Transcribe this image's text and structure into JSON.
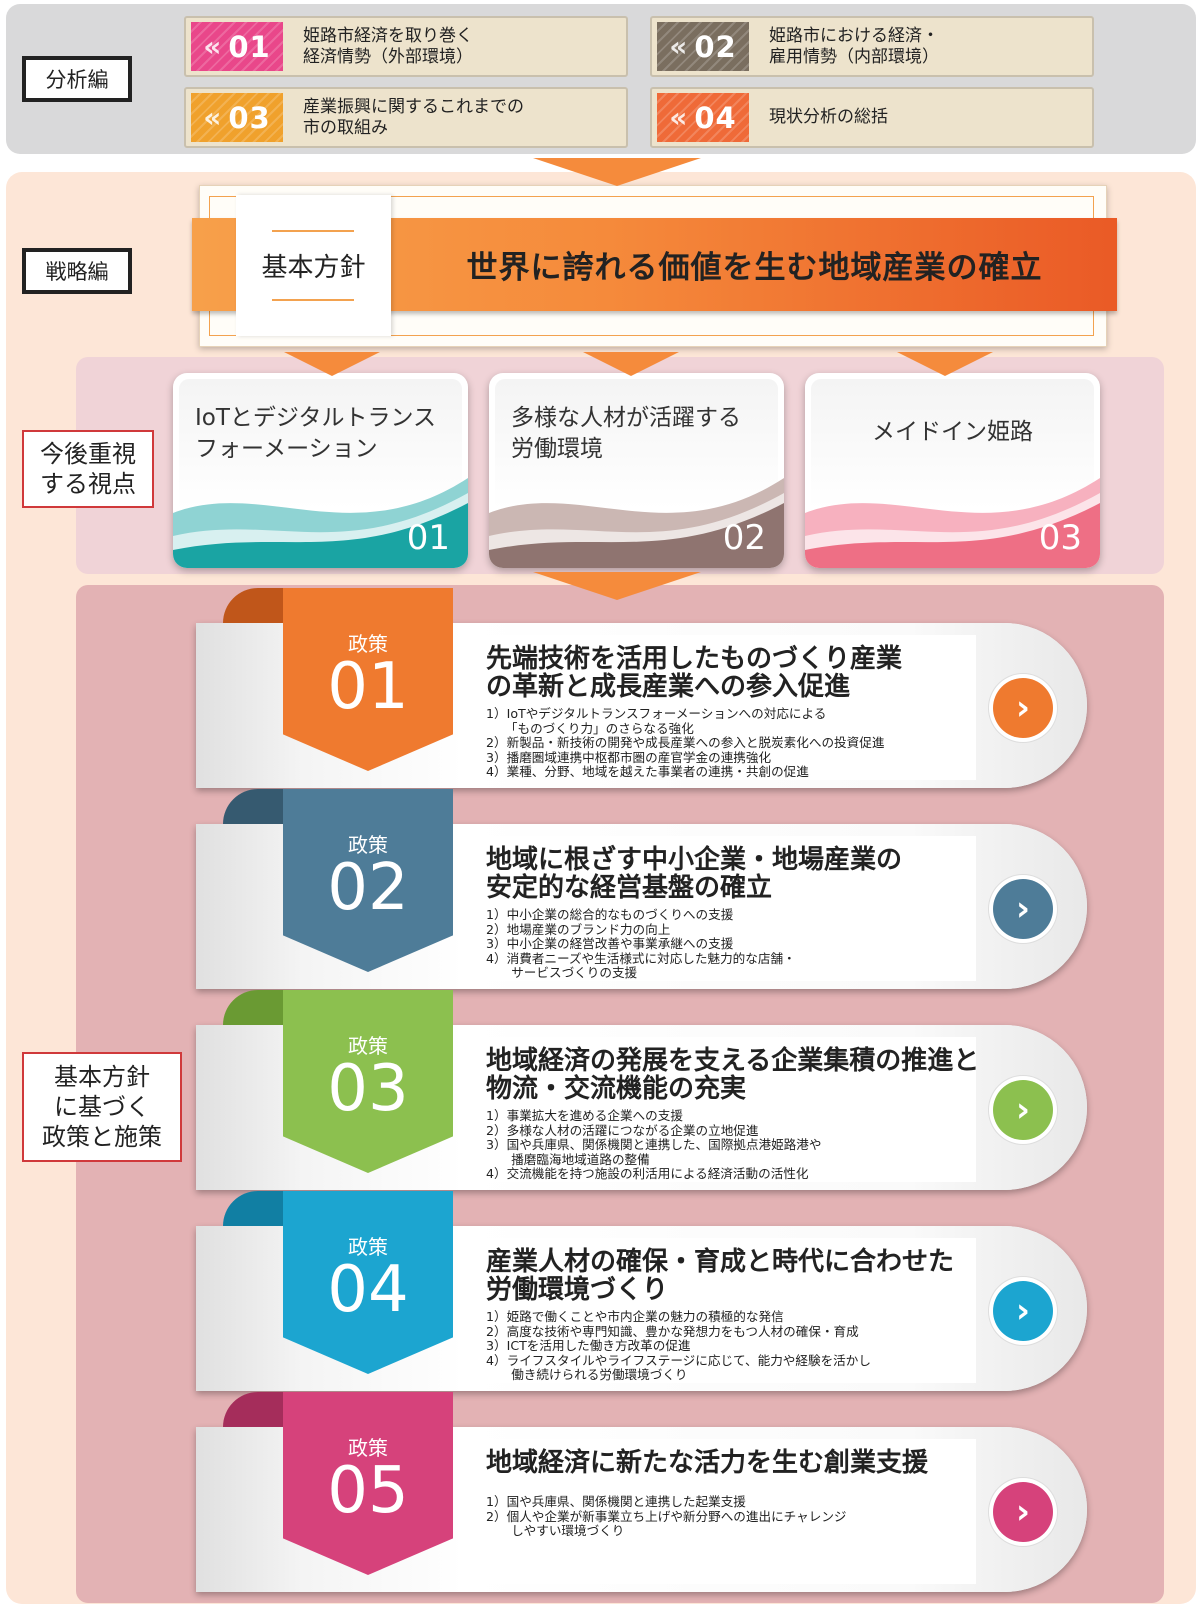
{
  "analysis": {
    "label": "分析編",
    "items": [
      {
        "num": "01",
        "text": "姫路市経済を取り巻く\n経済情勢（外部環境）",
        "color": "#e9478a"
      },
      {
        "num": "02",
        "text": "姫路市における経済・\n雇用情勢（内部環境）",
        "color": "#7a6e5f"
      },
      {
        "num": "03",
        "text": "産業振興に関するこれまでの\n市の取組み",
        "color": "#f0a12c"
      },
      {
        "num": "04",
        "text": "現状分析の総括",
        "color": "#ef6a38"
      }
    ],
    "chevron": "«"
  },
  "strategy": {
    "label": "戦略編",
    "basic_policy_label": "基本方針",
    "basic_policy_title": "世界に誇れる価値を生む地域産業の確立"
  },
  "viewpoints": {
    "label": "今後重視\nする視点",
    "items": [
      {
        "title": "IoTとデジタルトランス\nフォーメーション",
        "num": "01",
        "color": "#1aa4a3",
        "color2": "#8fd3d3"
      },
      {
        "title": "多様な人材が活躍する\n労働環境",
        "num": "02",
        "color": "#8f7470",
        "color2": "#cbb7b3"
      },
      {
        "title": "メイドイン姫路",
        "num": "03",
        "color": "#ee6f85",
        "color2": "#f7b1bf"
      }
    ]
  },
  "policies": {
    "label": "基本方針\nに基づく\n政策と施策",
    "prefix": "政策",
    "button_icon": "›",
    "items": [
      {
        "num": "01",
        "color": "#ef7a2f",
        "dark": "#c0561a",
        "title": "先端技術を活用したものづくり産業\nの革新と成長産業への参入促進",
        "items": [
          "1）IoTやデジタルトランスフォーメーションへの対応による\n　　「ものづくり力」のさらなる強化",
          "2）新製品・新技術の開発や成長産業への参入と脱炭素化への投資促進",
          "3）播磨圏域連携中枢都市圏の産官学金の連携強化",
          "4）業種、分野、地域を越えた事業者の連携・共創の促進"
        ]
      },
      {
        "num": "02",
        "color": "#4e7c98",
        "dark": "#365a70",
        "title": "地域に根ざす中小企業・地場産業の\n安定的な経営基盤の確立",
        "items": [
          "1）中小企業の総合的なものづくりへの支援",
          "2）地場産業のブランド力の向上",
          "3）中小企業の経営改善や事業承継への支援",
          "4）消費者ニーズや生活様式に対応した魅力的な店舗・\n　　サービスづくりの支援"
        ]
      },
      {
        "num": "03",
        "color": "#8cc04f",
        "dark": "#6a9a33",
        "title": "地域経済の発展を支える企業集積の推進と\n物流・交流機能の充実",
        "items": [
          "1）事業拡大を進める企業への支援",
          "2）多様な人材の活躍につながる企業の立地促進",
          "3）国や兵庫県、関係機関と連携した、国際拠点港姫路港や\n　　播磨臨海地域道路の整備",
          "4）交流機能を持つ施設の利活用による経済活動の活性化"
        ]
      },
      {
        "num": "04",
        "color": "#1ca5d0",
        "dark": "#117fa3",
        "title": "産業人材の確保・育成と時代に合わせた\n労働環境づくり",
        "items": [
          "1）姫路で働くことや市内企業の魅力の積極的な発信",
          "2）高度な技術や専門知識、豊かな発想力をもつ人材の確保・育成",
          "3）ICTを活用した働き方改革の促進",
          "4）ライフスタイルやライフステージに応じて、能力や経験を活かし\n　　働き続けられる労働環境づくり"
        ]
      },
      {
        "num": "05",
        "color": "#d6427b",
        "dark": "#a52d5b",
        "title": "地域経済に新たな活力を生む創業支援",
        "items": [
          "1）国や兵庫県、関係機関と連携した起業支援",
          "2）個人や企業が新事業立ち上げや新分野への進出にチャレンジ\n　　しやすい環境づくり"
        ]
      }
    ]
  }
}
